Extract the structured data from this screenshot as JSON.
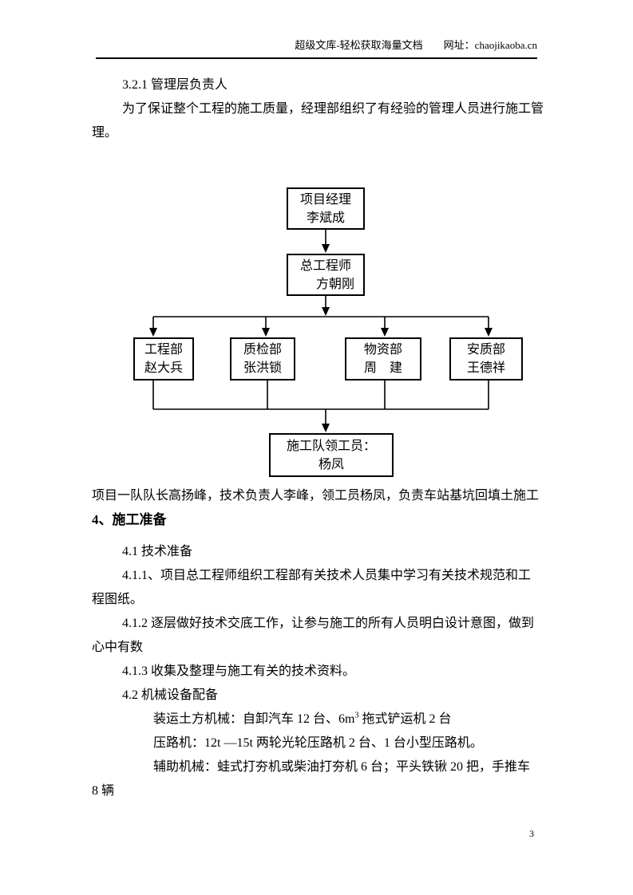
{
  "header": {
    "site": "超级文库-轻松获取海量文档",
    "url": "网址：chaojikaoba.cn"
  },
  "body": {
    "lines": [
      {
        "text": "3.2.1 管理层负责人"
      },
      {
        "text": "为了保证整个工程的施工质量，经理部组织了有经验的管理人员进行施工管"
      },
      {
        "text": "理。"
      },
      {
        "text": "项目一队队长高扬峰，技术负责人李峰，领工员杨凤，负责车站基坑回填土施工"
      },
      {
        "text": "4、施工准备"
      },
      {
        "text": "4.1 技术准备"
      },
      {
        "text": "4.1.1、项目总工程师组织工程部有关技术人员集中学习有关技术规范和工"
      },
      {
        "text": "程图纸。"
      },
      {
        "text": "4.1.2 逐层做好技术交底工作，让参与施工的所有人员明白设计意图，做到"
      },
      {
        "text": "心中有数"
      },
      {
        "text": "4.1.3 收集及整理与施工有关的技术资料。"
      },
      {
        "text": "4.2 机械设备配备"
      },
      {
        "text": "压路机：12t —15t 两轮光轮压路机 2 台、1 台小型压路机。"
      },
      {
        "text": "辅助机械：蛙式打夯机或柴油打夯机 6 台；平头铁锹 20 把，手推车"
      },
      {
        "text": "8 辆"
      }
    ],
    "machinery": {
      "pre": "装运土方机械：自卸汽车 12 台、6m",
      "sup": "3",
      "post": " 拖式铲运机 2 台"
    }
  },
  "chart": {
    "nodes": {
      "project_manager": {
        "line1": "项目经理",
        "line2": "李斌成"
      },
      "chief_engineer": {
        "line1": "总工程师",
        "line2": "方朝刚"
      },
      "engineering_dept": {
        "line1": "工程部",
        "line2": "赵大兵"
      },
      "quality_inspection_dept": {
        "line1": "质检部",
        "line2": "张洪锁"
      },
      "materials_dept": {
        "line1": "物资部",
        "line2": "周　建"
      },
      "safety_quality_dept": {
        "line1": "安质部",
        "line2": "王德祥"
      },
      "crew_foreman": {
        "line1": "施工队领工员：",
        "line2": "杨凤"
      }
    }
  },
  "footer": {
    "page_number": "3"
  }
}
